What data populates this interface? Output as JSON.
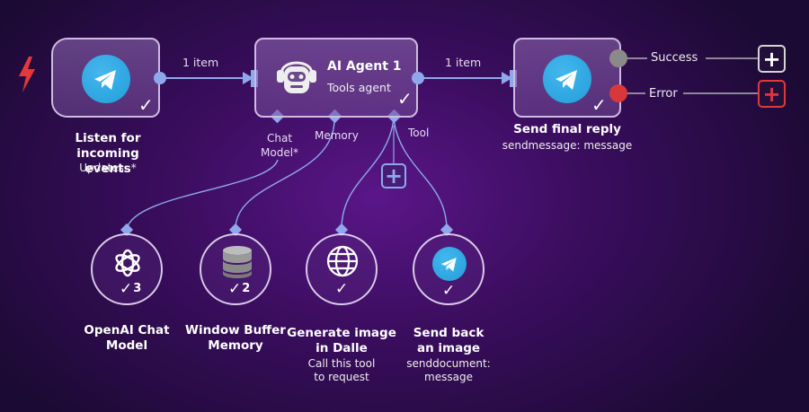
{
  "trigger": {
    "title_line1": "Listen for",
    "title_line2": "incoming events",
    "subtitle": "Updates: *",
    "icon": "telegram-icon",
    "trigger_icon": "lightning-bolt-icon"
  },
  "edges": {
    "trigger_to_agent": "1 item",
    "agent_to_reply": "1 item"
  },
  "agent": {
    "title": "AI Agent 1",
    "subtitle": "Tools agent",
    "icon": "robot-icon",
    "ports": {
      "chat_model_line1": "Chat",
      "chat_model_line2": "Model*",
      "memory": "Memory",
      "tool": "Tool"
    }
  },
  "reply": {
    "title": "Send final reply",
    "subtitle": "sendmessage: message",
    "icon": "telegram-icon",
    "outputs": [
      {
        "label": "Success",
        "color": "#8a8a8a"
      },
      {
        "label": "Error",
        "color": "#d9383a"
      }
    ]
  },
  "sub_nodes": [
    {
      "id": "openai",
      "icon": "openai-icon",
      "count": "3",
      "title_line1": "OpenAI Chat",
      "title_line2": "Model",
      "desc_line1": "",
      "desc_line2": ""
    },
    {
      "id": "memory",
      "icon": "database-icon",
      "count": "2",
      "title_line1": "Window Buffer",
      "title_line2": "Memory",
      "desc_line1": "",
      "desc_line2": ""
    },
    {
      "id": "dalle",
      "icon": "globe-icon",
      "count": "",
      "title_line1": "Generate image",
      "title_line2": "in Dalle",
      "desc_line1": "Call this tool",
      "desc_line2": "to request"
    },
    {
      "id": "sendimg",
      "icon": "telegram-icon",
      "count": "",
      "title_line1": "Send back",
      "title_line2": "an image",
      "desc_line1": "senddocument:",
      "desc_line2": "message"
    }
  ],
  "colors": {
    "accent_port": "#8fa8ec",
    "success_plus": "#ffffff",
    "error_plus": "#e0393b",
    "telegram": "#229ed9"
  }
}
